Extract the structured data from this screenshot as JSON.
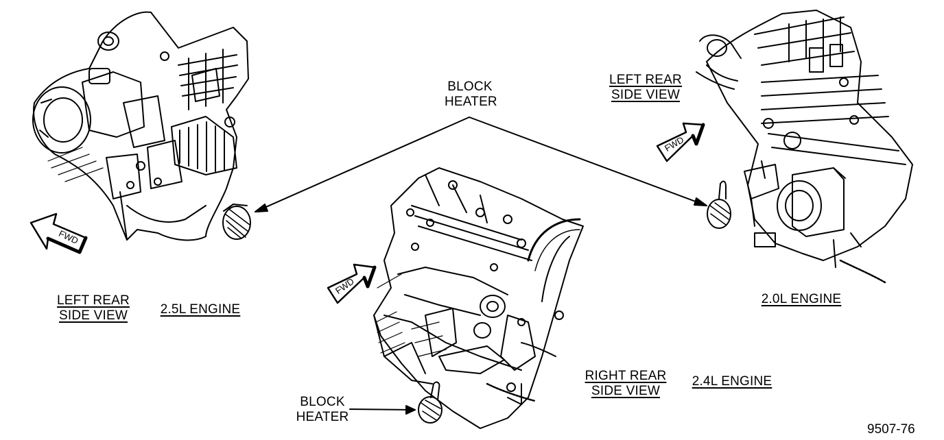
{
  "callouts": {
    "top_line1": "BLOCK",
    "top_line2": "HEATER",
    "bottom_line1": "BLOCK",
    "bottom_line2": "HEATER"
  },
  "views": {
    "v25": {
      "view_line1": "LEFT REAR",
      "view_line2": "SIDE VIEW",
      "engine": "2.5L ENGINE",
      "fwd": "FWD"
    },
    "v20": {
      "view_line1": "LEFT REAR",
      "view_line2": "SIDE VIEW",
      "engine": "2.0L ENGINE",
      "fwd": "FWD"
    },
    "v24": {
      "view_line1": "RIGHT REAR",
      "view_line2": "SIDE VIEW",
      "engine": "2.4L ENGINE",
      "fwd": "FWD"
    }
  },
  "figure_number": "9507-76"
}
